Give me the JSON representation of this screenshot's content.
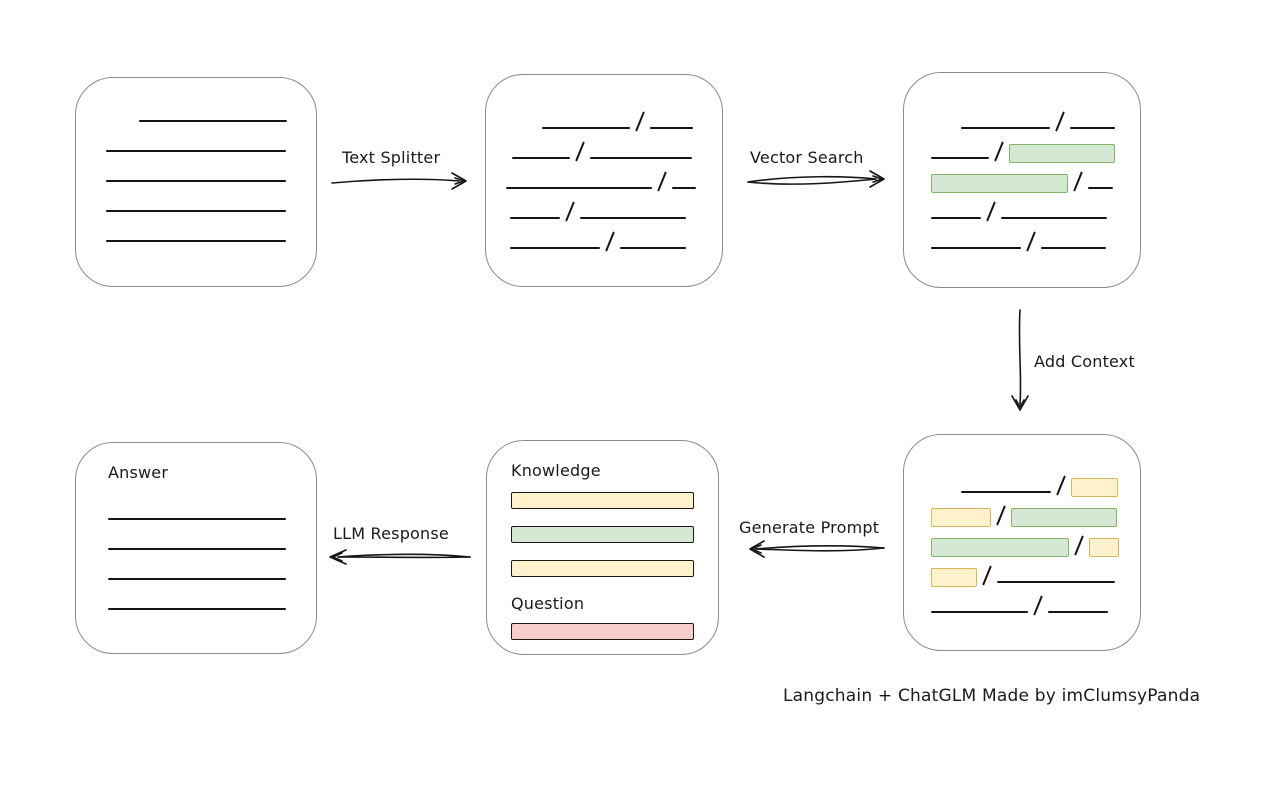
{
  "palette": {
    "green_fill": "#d5e8d4",
    "green_stroke": "#82b366",
    "yellow_fill": "#fff2cc",
    "yellow_stroke": "#d6b656",
    "red_fill": "#f8cecc",
    "red_stroke": "#b85450",
    "stroke": "#161616",
    "box_border": "#8c8c8c"
  },
  "arrows": {
    "text_splitter": "Text Splitter",
    "vector_search": "Vector Search",
    "add_context": "Add Context",
    "generate_prompt": "Generate Prompt",
    "llm_response": "LLM Response"
  },
  "caption": "Langchain + ChatGLM Made by imClumsyPanda",
  "boxes": {
    "source_document": {
      "rows": [
        {
          "indent": 63,
          "segments": [
            {
              "t": "line",
              "w": 148
            }
          ]
        },
        {
          "indent": 30,
          "segments": [
            {
              "t": "line",
              "w": 180
            }
          ]
        },
        {
          "indent": 30,
          "segments": [
            {
              "t": "line",
              "w": 180
            }
          ]
        },
        {
          "indent": 30,
          "segments": [
            {
              "t": "line",
              "w": 180
            }
          ]
        },
        {
          "indent": 30,
          "segments": [
            {
              "t": "line",
              "w": 180
            }
          ]
        }
      ]
    },
    "split_text": {
      "rows": [
        {
          "indent": 56,
          "segments": [
            {
              "t": "line",
              "w": 88
            },
            {
              "t": "slash"
            },
            {
              "t": "line",
              "w": 43
            }
          ]
        },
        {
          "indent": 26,
          "segments": [
            {
              "t": "line",
              "w": 58
            },
            {
              "t": "slash"
            },
            {
              "t": "line",
              "w": 102
            }
          ]
        },
        {
          "indent": 20,
          "segments": [
            {
              "t": "line",
              "w": 146
            },
            {
              "t": "slash"
            },
            {
              "t": "line",
              "w": 24
            }
          ]
        },
        {
          "indent": 24,
          "segments": [
            {
              "t": "line",
              "w": 50
            },
            {
              "t": "slash"
            },
            {
              "t": "line",
              "w": 106
            }
          ]
        },
        {
          "indent": 24,
          "segments": [
            {
              "t": "line",
              "w": 90
            },
            {
              "t": "slash"
            },
            {
              "t": "line",
              "w": 66
            }
          ]
        }
      ]
    },
    "vector_matched": {
      "rows": [
        {
          "indent": 57,
          "segments": [
            {
              "t": "line",
              "w": 89
            },
            {
              "t": "slash"
            },
            {
              "t": "line",
              "w": 45
            }
          ]
        },
        {
          "indent": 27,
          "segments": [
            {
              "t": "line",
              "w": 58
            },
            {
              "t": "slash"
            },
            {
              "t": "chip",
              "color": "green",
              "w": 106
            }
          ]
        },
        {
          "indent": 27,
          "segments": [
            {
              "t": "chip",
              "color": "green",
              "w": 137
            },
            {
              "t": "slash"
            },
            {
              "t": "line",
              "w": 25
            }
          ]
        },
        {
          "indent": 27,
          "segments": [
            {
              "t": "line",
              "w": 50
            },
            {
              "t": "slash"
            },
            {
              "t": "line",
              "w": 106
            }
          ]
        },
        {
          "indent": 27,
          "segments": [
            {
              "t": "line",
              "w": 90
            },
            {
              "t": "slash"
            },
            {
              "t": "line",
              "w": 65
            }
          ]
        }
      ]
    },
    "context_added": {
      "rows": [
        {
          "indent": 57,
          "segments": [
            {
              "t": "line",
              "w": 90
            },
            {
              "t": "slash"
            },
            {
              "t": "chip",
              "color": "yellow",
              "w": 47
            }
          ]
        },
        {
          "indent": 27,
          "segments": [
            {
              "t": "chip",
              "color": "yellow",
              "w": 60
            },
            {
              "t": "slash"
            },
            {
              "t": "chip",
              "color": "green",
              "w": 106
            }
          ]
        },
        {
          "indent": 27,
          "segments": [
            {
              "t": "chip",
              "color": "green",
              "w": 138
            },
            {
              "t": "slash"
            },
            {
              "t": "chip",
              "color": "yellow",
              "w": 30
            }
          ]
        },
        {
          "indent": 27,
          "segments": [
            {
              "t": "chip",
              "color": "yellow",
              "w": 46
            },
            {
              "t": "slash"
            },
            {
              "t": "line",
              "w": 118
            }
          ]
        },
        {
          "indent": 27,
          "segments": [
            {
              "t": "line",
              "w": 97
            },
            {
              "t": "slash"
            },
            {
              "t": "line",
              "w": 60
            }
          ]
        }
      ]
    },
    "prompt": {
      "knowledge_label": "Knowledge",
      "knowledge_bars": [
        {
          "color": "yellow"
        },
        {
          "color": "green"
        },
        {
          "color": "yellow"
        }
      ],
      "question_label": "Question",
      "question_bars": [
        {
          "color": "red"
        }
      ]
    },
    "answer": {
      "label": "Answer",
      "rows": [
        {
          "indent": 0,
          "segments": [
            {
              "t": "line",
              "w": 178
            }
          ]
        },
        {
          "indent": 0,
          "segments": [
            {
              "t": "line",
              "w": 178
            }
          ]
        },
        {
          "indent": 0,
          "segments": [
            {
              "t": "line",
              "w": 178
            }
          ]
        },
        {
          "indent": 0,
          "segments": [
            {
              "t": "line",
              "w": 178
            }
          ]
        }
      ]
    }
  }
}
